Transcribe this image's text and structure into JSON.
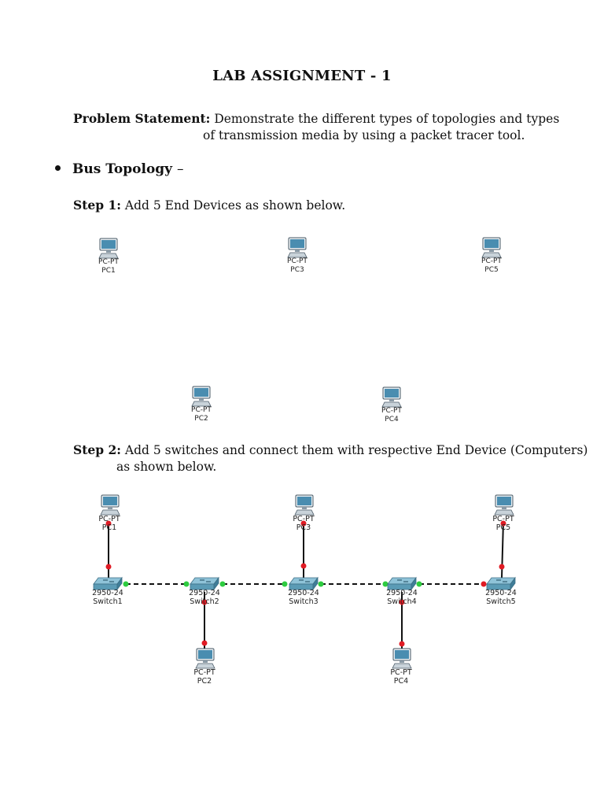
{
  "title": "LAB ASSIGNMENT - 1",
  "problem": {
    "label": "Problem Statement:",
    "line1": "Demonstrate the different types of topologies and types",
    "line2": "of transmission media by using a packet tracer tool."
  },
  "section": {
    "title": "Bus Topology",
    "dash": "–"
  },
  "step1": {
    "label": "Step 1:",
    "text": "Add 5 End Devices as shown below."
  },
  "step2": {
    "label": "Step 2:",
    "line1": "Add 5 switches and connect them with respective End Device (Computers)",
    "line2": "as shown below."
  },
  "device_type_pc": "PC-PT",
  "device_type_switch": "2950-24",
  "diagram1": {
    "pcs": [
      "PC1",
      "PC3",
      "PC5",
      "PC2",
      "PC4"
    ]
  },
  "diagram2": {
    "pcs": [
      "PC1",
      "PC3",
      "PC5",
      "PC2",
      "PC4"
    ],
    "switches": [
      "Switch1",
      "Switch2",
      "Switch3",
      "Switch4",
      "Switch5"
    ]
  },
  "colors": {
    "link_endpoint_down": "#e01b24",
    "link_endpoint_up": "#2ecc40",
    "switch_body": "#5b9bb5",
    "pc_monitor": "#4a8db0"
  },
  "icons": {
    "pc": "computer-icon",
    "switch": "switch-icon"
  }
}
